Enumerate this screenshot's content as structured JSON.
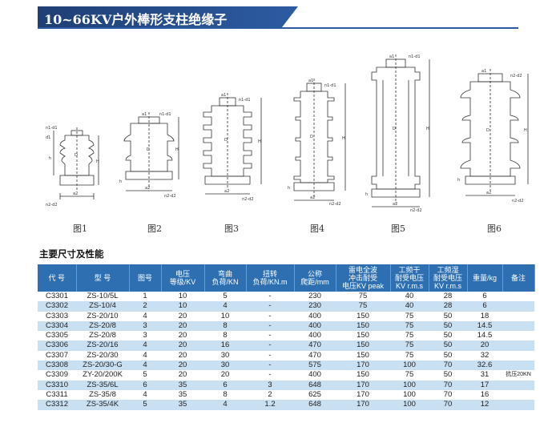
{
  "title": "10~66KV户外棒形支柱绝缘子",
  "figures": [
    {
      "label": "图1",
      "dims": [
        "n1-d1",
        "d1",
        "D",
        "H",
        "h",
        "a2",
        "n2-d2"
      ]
    },
    {
      "label": "图2",
      "dims": [
        "a1",
        "n1-d1",
        "D",
        "H",
        "h",
        "a2",
        "n2-d2"
      ]
    },
    {
      "label": "图3",
      "dims": [
        "a1",
        "n1-d1",
        "D",
        "H",
        "a2",
        "n2-d2"
      ]
    },
    {
      "label": "图4",
      "dims": [
        "a1",
        "n1-d1",
        "D",
        "H",
        "h",
        "a2",
        "n2-d2"
      ]
    },
    {
      "label": "图5",
      "dims": [
        "a1",
        "n1-d1",
        "D",
        "H",
        "h",
        "a2",
        "n2-d2"
      ]
    },
    {
      "label": "图6",
      "dims": [
        "a1",
        "n2-d2",
        "D",
        "H",
        "h",
        "a2",
        "n2-d2"
      ]
    }
  ],
  "section_title": "主要尺寸及性能",
  "table": {
    "headers": [
      "代 号",
      "型 号",
      "图号",
      "电压\n等级/KV",
      "弯曲\n负荷/KN",
      "扭转\n负荷/KN.m",
      "公称\n爬距/mm",
      "雷电全波\n冲击耐受\n电压KV peak",
      "工频干\n耐受电压\nKV r.m.s",
      "工频湿\n耐受电压\nKV r.m.s",
      "重量/kg",
      "备注"
    ],
    "rows": [
      [
        "C3301",
        "ZS-10/5L",
        "1",
        "10",
        "5",
        "-",
        "230",
        "75",
        "40",
        "28",
        "6",
        ""
      ],
      [
        "C3302",
        "ZS-10/4",
        "2",
        "10",
        "4",
        "-",
        "230",
        "75",
        "40",
        "28",
        "6",
        ""
      ],
      [
        "C3303",
        "ZS-20/10",
        "4",
        "20",
        "10",
        "-",
        "400",
        "150",
        "75",
        "50",
        "18",
        ""
      ],
      [
        "C3304",
        "ZS-20/8",
        "3",
        "20",
        "8",
        "-",
        "400",
        "150",
        "75",
        "50",
        "14.5",
        ""
      ],
      [
        "C3305",
        "ZS-20/8",
        "3",
        "20",
        "8",
        "-",
        "400",
        "150",
        "75",
        "50",
        "14.5",
        ""
      ],
      [
        "C3306",
        "ZS-20/16",
        "4",
        "20",
        "16",
        "-",
        "470",
        "150",
        "75",
        "50",
        "20",
        ""
      ],
      [
        "C3307",
        "ZS-20/30",
        "4",
        "20",
        "30",
        "-",
        "470",
        "150",
        "75",
        "50",
        "32",
        ""
      ],
      [
        "C3308",
        "ZS-20/30-G",
        "4",
        "20",
        "30",
        "-",
        "575",
        "170",
        "100",
        "70",
        "32.6",
        ""
      ],
      [
        "C3309",
        "ZY-20/200K",
        "5",
        "20",
        "20",
        "-",
        "400",
        "150",
        "75",
        "50",
        "31",
        "抗压20KN"
      ],
      [
        "C3310",
        "ZS-35/6L",
        "6",
        "35",
        "6",
        "3",
        "648",
        "170",
        "100",
        "70",
        "17",
        ""
      ],
      [
        "C3311",
        "ZS-35/8",
        "4",
        "35",
        "8",
        "2",
        "625",
        "170",
        "100",
        "70",
        "16",
        ""
      ],
      [
        "C3312",
        "ZS-35/4K",
        "5",
        "35",
        "4",
        "1.2",
        "648",
        "170",
        "100",
        "70",
        "12",
        ""
      ]
    ]
  }
}
